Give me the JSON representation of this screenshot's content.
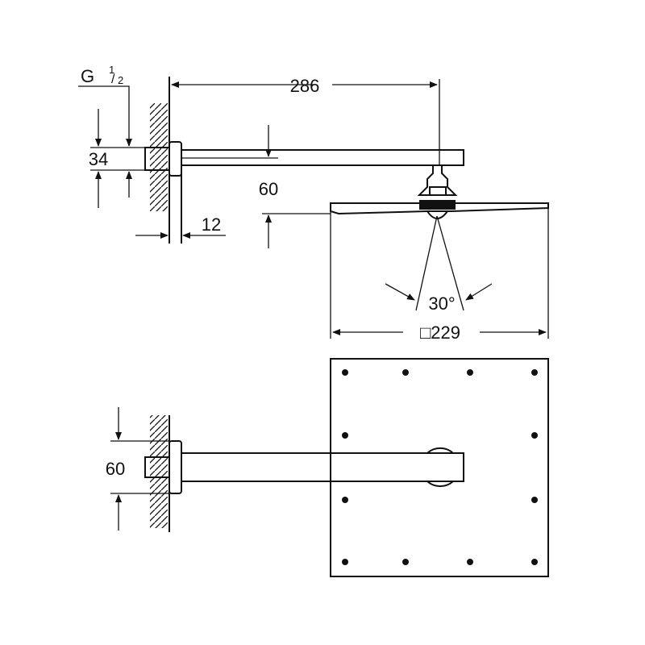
{
  "labels": {
    "thread": "G",
    "thread_fraction_num": "1",
    "thread_fraction_den": "2",
    "arm_length": "286",
    "pipe_height": "34",
    "drop": "60",
    "flange_depth": "12",
    "angle": "30°",
    "head_size": "□229",
    "arm_height_top": "60"
  }
}
